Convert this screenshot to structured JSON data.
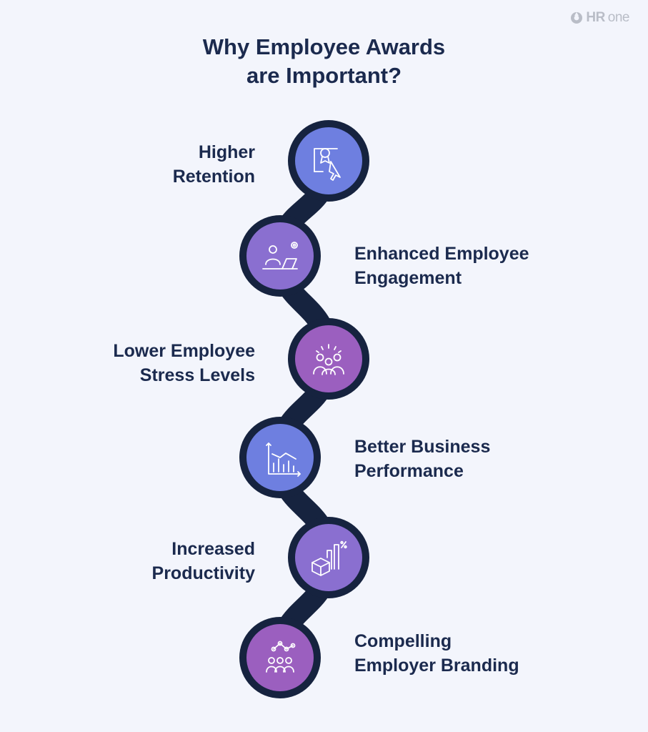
{
  "brand": {
    "hr": "HR",
    "one": "one",
    "color": "#b9bdc7"
  },
  "title": {
    "line1": "Why Employee Awards",
    "line2": "are Important?"
  },
  "colors": {
    "chain": "#16233f",
    "blue": "#6e7fe0",
    "purple": "#8a6fd0",
    "violet": "#9b5fbf",
    "text": "#1b2a4e"
  },
  "items": [
    {
      "line1": "Higher",
      "line2": "Retention",
      "icon": "award-click-icon",
      "color": "#6e7fe0"
    },
    {
      "line1": "Enhanced Employee",
      "line2": "Engagement",
      "icon": "person-laptop-gear-icon",
      "color": "#8a6fd0"
    },
    {
      "line1": "Lower Employee",
      "line2": "Stress Levels",
      "icon": "team-celebration-icon",
      "color": "#9b5fbf"
    },
    {
      "line1": "Better Business",
      "line2": "Performance",
      "icon": "bar-chart-trend-icon",
      "color": "#6e7fe0"
    },
    {
      "line1": "Increased",
      "line2": "Productivity",
      "icon": "box-growth-percent-icon",
      "color": "#8a6fd0"
    },
    {
      "line1": "Compelling",
      "line2": "Employer Branding",
      "icon": "people-network-icon",
      "color": "#9b5fbf"
    }
  ]
}
